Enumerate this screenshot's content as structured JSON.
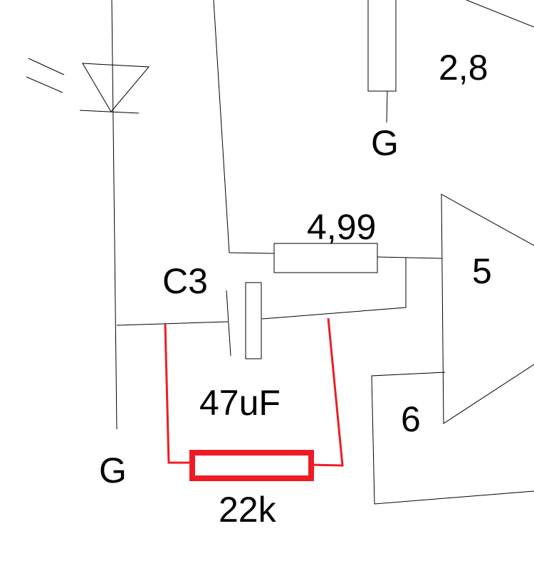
{
  "labels": {
    "resistor_top_value": "2,8",
    "ground_top": "G",
    "resistor_mid_value": "4,99",
    "opamp_pin_5": "5",
    "capacitor_ref": "C3",
    "capacitor_value": "47uF",
    "opamp_pin_6": "6",
    "ground_left": "G",
    "resistor_red_value": "22k"
  },
  "colors": {
    "wire": "#000000",
    "highlight": "#ee1c24",
    "background": "#ffffff"
  }
}
